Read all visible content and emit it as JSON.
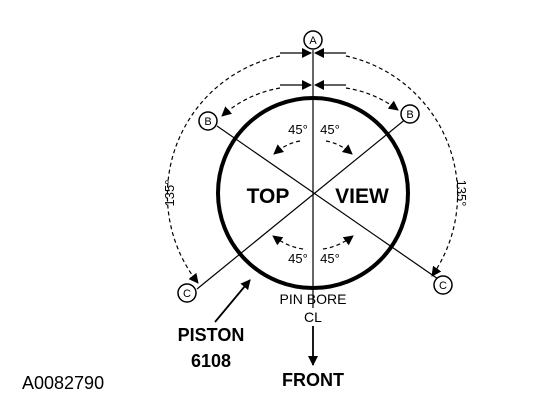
{
  "diagram": {
    "callouts": {
      "a": "A",
      "b": "B",
      "c": "C"
    },
    "view_label_left": "TOP",
    "view_label_right": "VIEW",
    "angle_labels": {
      "top_left": "45°",
      "top_right": "45°",
      "bottom_left": "45°",
      "bottom_right": "45°",
      "side_left": "135°",
      "side_right": "135°"
    },
    "pin_bore_label": "PIN BORE",
    "centerline_symbol": "CL",
    "piston_label_line1": "PISTON",
    "piston_label_line2": "6108",
    "front_label": "FRONT",
    "figure_code": "A0082790"
  }
}
